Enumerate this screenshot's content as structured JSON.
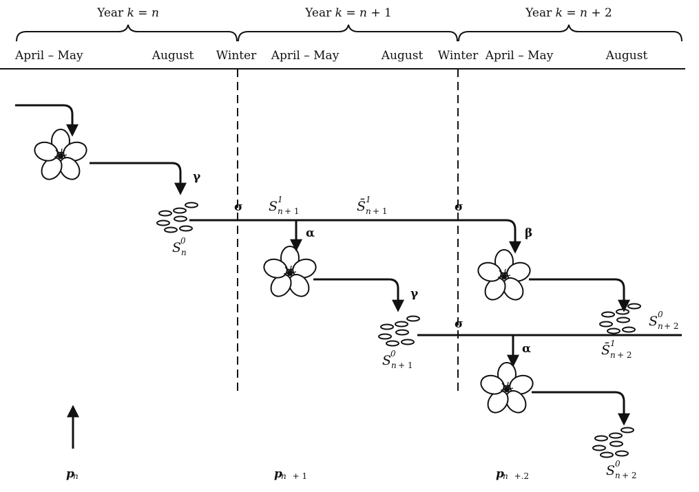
{
  "header": {
    "years": [
      {
        "prefix": "Year ",
        "k": "k",
        "eq": " = ",
        "n": "n",
        "rest": ""
      },
      {
        "prefix": "Year ",
        "k": "k",
        "eq": " = ",
        "n": "n",
        "rest": " + 1"
      },
      {
        "prefix": "Year ",
        "k": "k",
        "eq": " = ",
        "n": "n",
        "rest": " + 2"
      }
    ],
    "seasons": [
      "April – May",
      "August",
      "Winter",
      "April – May",
      "August",
      "Winter",
      "April – May",
      "August"
    ]
  },
  "symbols": {
    "S": "S",
    "Sbar": "S̄",
    "sigma": "σ",
    "alpha": "α",
    "beta": "β",
    "gamma": "γ",
    "s_n0": {
      "sub": "n",
      "sup": "0",
      "tail": ""
    },
    "s_n1_1": {
      "sub": "n",
      "sup": "1",
      "tail": " + 1"
    },
    "sbar_n1_1": {
      "sub": "n",
      "sup": "1",
      "tail": " + 1"
    },
    "s_n1_0": {
      "sub": "n",
      "sup": "0",
      "tail": " + 1"
    },
    "s_n2_0_top": {
      "sub": "n",
      "sup": "0",
      "tail": " + 2"
    },
    "sbar_n2_1": {
      "sub": "n",
      "sup": "1",
      "tail": " + 2"
    },
    "s_n2_0_bottom": {
      "sub": "n",
      "sup": "0",
      "tail": " + 2"
    }
  },
  "bottom": {
    "p_n": {
      "p": "p",
      "sub": "n"
    },
    "p_n1": {
      "p": "p",
      "sub": "n",
      "tail": "  + 1"
    },
    "p_n2": {
      "p": "p",
      "sub": "n",
      "tail": "  +.2"
    }
  }
}
